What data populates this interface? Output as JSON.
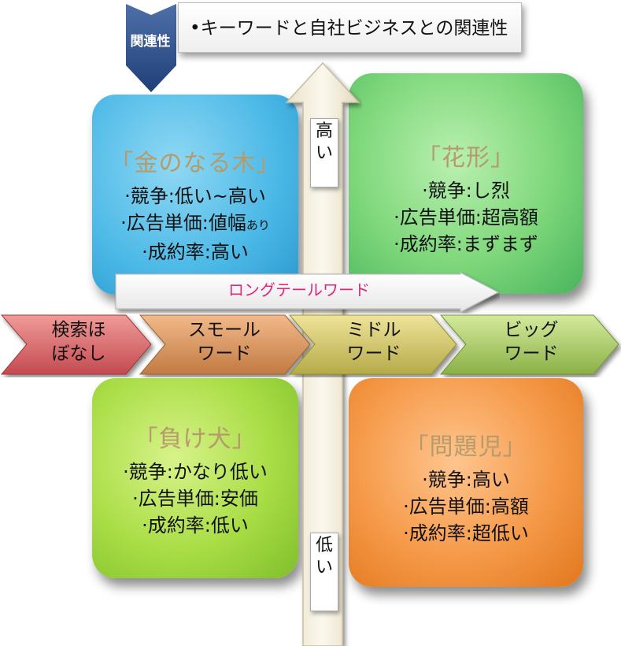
{
  "header": {
    "tag": "関連性",
    "bullet": "•",
    "text": "キーワードと自社ビジネスとの関連性"
  },
  "axis": {
    "high": [
      "高",
      "い"
    ],
    "low": [
      "低",
      "い"
    ]
  },
  "long_tail": "ロングテールワード",
  "chevrons": [
    {
      "lines": [
        "検索ほ",
        "ぼなし"
      ],
      "color": "#d9585e"
    },
    {
      "lines": [
        "スモール",
        "ワード"
      ],
      "color": "#d4945d"
    },
    {
      "lines": [
        "ミドル",
        "ワード"
      ],
      "color": "#c9c15e"
    },
    {
      "lines": [
        "ビッグ",
        "ワード"
      ],
      "color": "#9dc25b"
    }
  ],
  "quadrants": {
    "kin": {
      "title": "「金のなる木」",
      "lines": [
        "·競争:低い~高い",
        "·広告単価:値幅",
        "·成約率:高い"
      ],
      "small": "あり"
    },
    "hana": {
      "title": "「花形」",
      "lines": [
        "·競争:し烈",
        "·広告単価:超高額",
        "·成約率:まずまず"
      ]
    },
    "make": {
      "title": "「負け犬」",
      "lines": [
        "·競争:かなり低い",
        "·広告単価:安価",
        "·成約率:低い"
      ]
    },
    "mon": {
      "title": "「問題児」",
      "lines": [
        "·競争:高い",
        "·広告単価:高額",
        "·成約率:超低い"
      ]
    }
  }
}
